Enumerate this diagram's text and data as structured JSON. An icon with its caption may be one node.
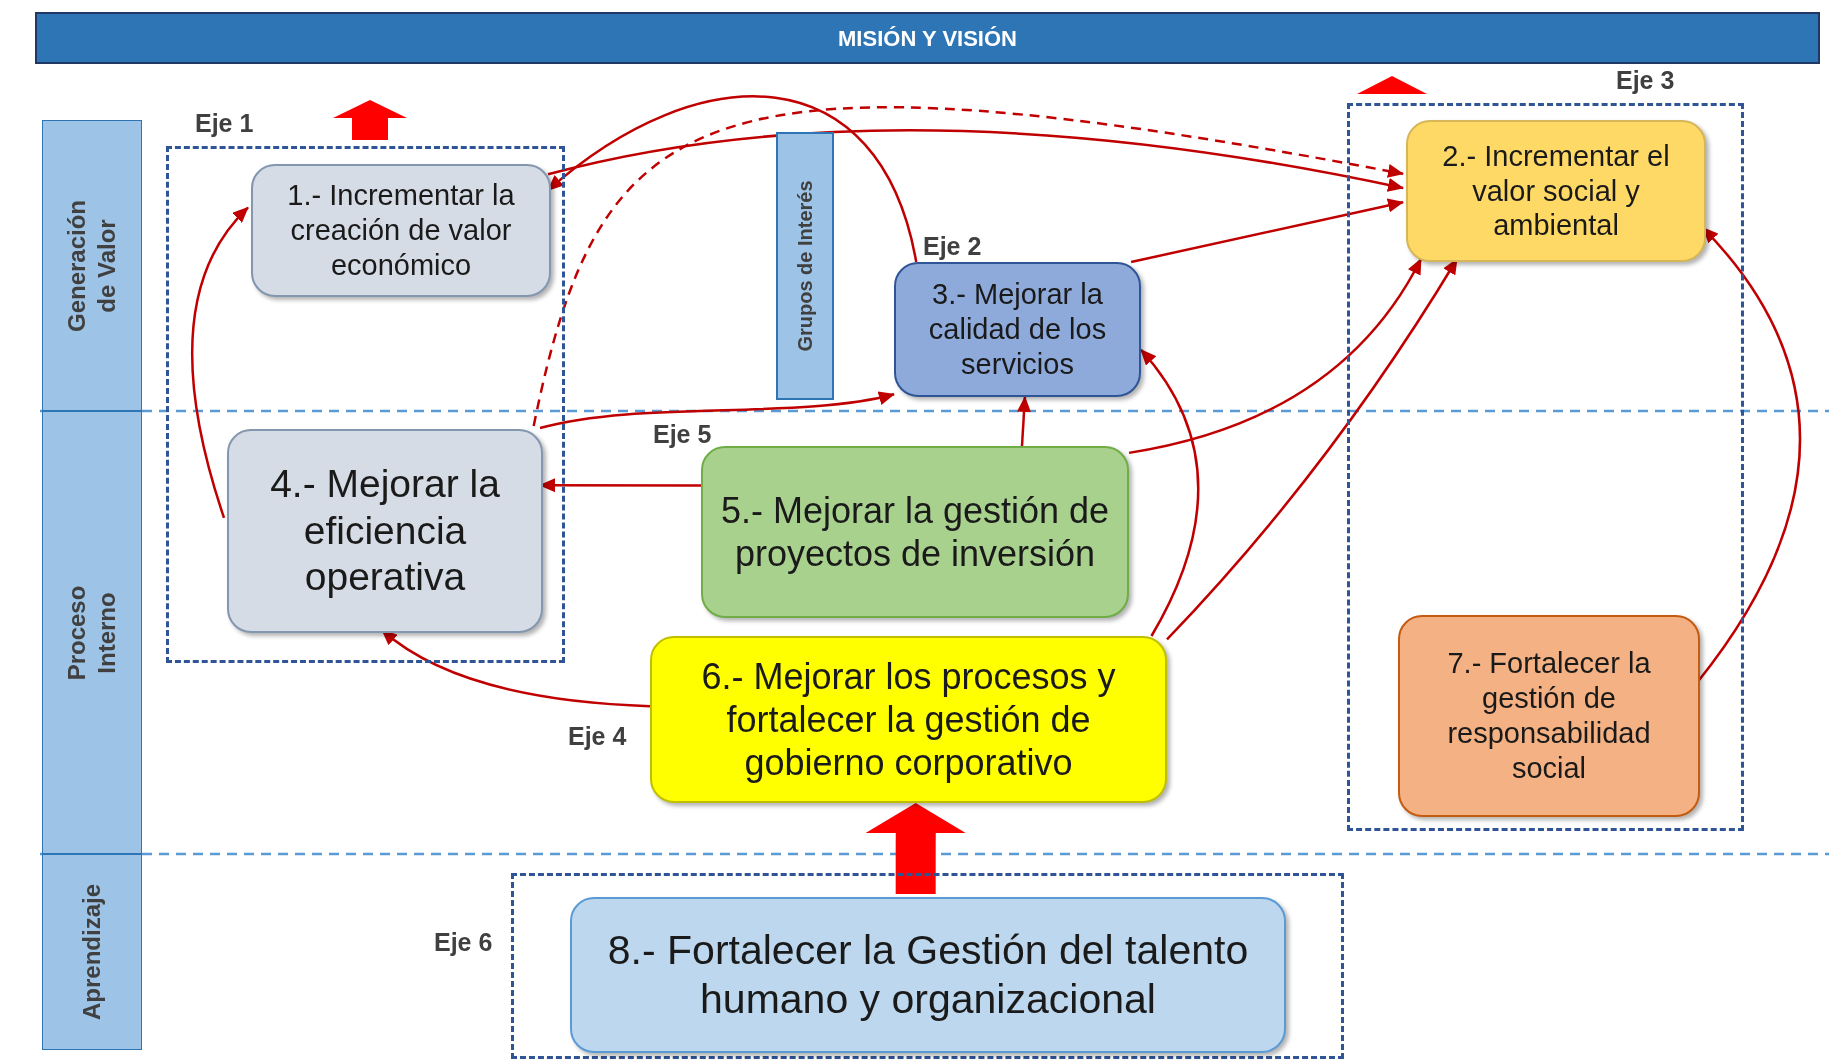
{
  "diagram": {
    "title": "MISIÓN Y VISIÓN",
    "nodes": [
      {
        "text": [
          "Generación de Valor"
        ]
      },
      {
        "text": [
          "Proceso Interno"
        ]
      },
      {
        "text": [
          "Aprendizaje"
        ]
      },
      {
        "text": [
          "Eje 1"
        ]
      },
      {
        "text": [
          "1.- Incrementar la creación de valor económico"
        ],
        "in": 3
      },
      {
        "text": [
          "Grupos de Interés"
        ]
      },
      {
        "text": [
          "Eje 3"
        ]
      },
      {
        "text": [
          "2.- Incrementar el valor social y ambiental"
        ],
        "in": 6
      },
      {
        "text": [
          "3.- Mejorar la calidad de los servicios"
        ],
        "beside": [
          "Eje 2"
        ]
      },
      {
        "text": [
          "4.- Mejorar la eficiencia operativa"
        ],
        "in": 3
      },
      {
        "text": [
          "5.- Mejorar la gestión de proyectos de inversión"
        ],
        "beside": [
          "Eje 5"
        ]
      },
      {
        "text": [
          "6.- Mejorar los procesos y fortalecer la gestión de gobierno corporativo"
        ],
        "beside": [
          "Eje 4"
        ]
      },
      {
        "text": [
          "7.- Fortalecer la gestión de responsabilidad social"
        ],
        "in": 6
      },
      {
        "text": [
          "Eje 6"
        ]
      },
      {
        "text": [
          "8.- Fortalecer la Gestión del talento humano y organizacional"
        ],
        "in": 13
      }
    ],
    "edges": [
      {
        "from": 4,
        "to": 7,
        "arrow": "to"
      },
      {
        "from": 8,
        "to": 4,
        "arrow": "to"
      },
      {
        "from": 9,
        "to": 7,
        "arrow": "to",
        "style": "dashed"
      },
      {
        "from": 9,
        "to": 8,
        "arrow": "to"
      },
      {
        "from": 9,
        "to": 4,
        "arrow": "to"
      },
      {
        "from": 8,
        "to": 7,
        "arrow": "to"
      },
      {
        "from": 10,
        "to": 8,
        "arrow": "to"
      },
      {
        "from": 10,
        "to": 9,
        "arrow": "to"
      },
      {
        "from": 10,
        "to": 7,
        "arrow": "to"
      },
      {
        "from": 11,
        "to": 9,
        "arrow": "to"
      },
      {
        "from": 11,
        "to": 8,
        "arrow": "to"
      },
      {
        "from": 11,
        "to": 7,
        "arrow": "to"
      },
      {
        "from": 12,
        "to": 7,
        "arrow": "to"
      },
      {
        "from": 14,
        "to": 11,
        "arrow": "to",
        "style": "thick",
        "color": "#ff0000"
      }
    ]
  }
}
